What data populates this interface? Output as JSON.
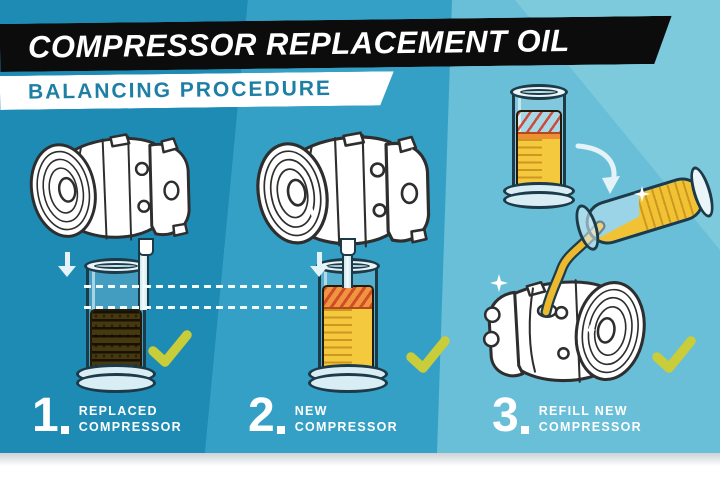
{
  "header": {
    "title": "COMPRESSOR REPLACEMENT OIL",
    "subtitle": "BALANCING PROCEDURE"
  },
  "steps": [
    {
      "number": "1",
      "label_line1": "REPLACED",
      "label_line2": "COMPRESSOR"
    },
    {
      "number": "2",
      "label_line1": "NEW",
      "label_line2": "COMPRESSOR"
    },
    {
      "number": "3",
      "label_line1": "REFILL NEW",
      "label_line2": "COMPRESSOR"
    }
  ],
  "icons": {
    "check": "checkmark",
    "down_arrow": "downward-arrow",
    "curved_arrow": "curved-pour-arrow",
    "sparkle": "four-point-star"
  },
  "colors": {
    "panel_1_bg": "#1e8bb4",
    "panel_2_bg": "#35a0c5",
    "panel_3_bg": "#69bed8",
    "panel_3_highlight": "#7ecadd",
    "title_banner_bg": "#0c0c0c",
    "title_text": "#ffffff",
    "subtitle_banner_bg": "#ffffff",
    "subtitle_text": "#1d7fa4",
    "checkmark": "#c9cd3a",
    "old_oil": "#46390f",
    "new_oil": "#f5c93e",
    "overfill_hatch": "#cf4e28",
    "line_art_outline": "#1c3a48"
  }
}
